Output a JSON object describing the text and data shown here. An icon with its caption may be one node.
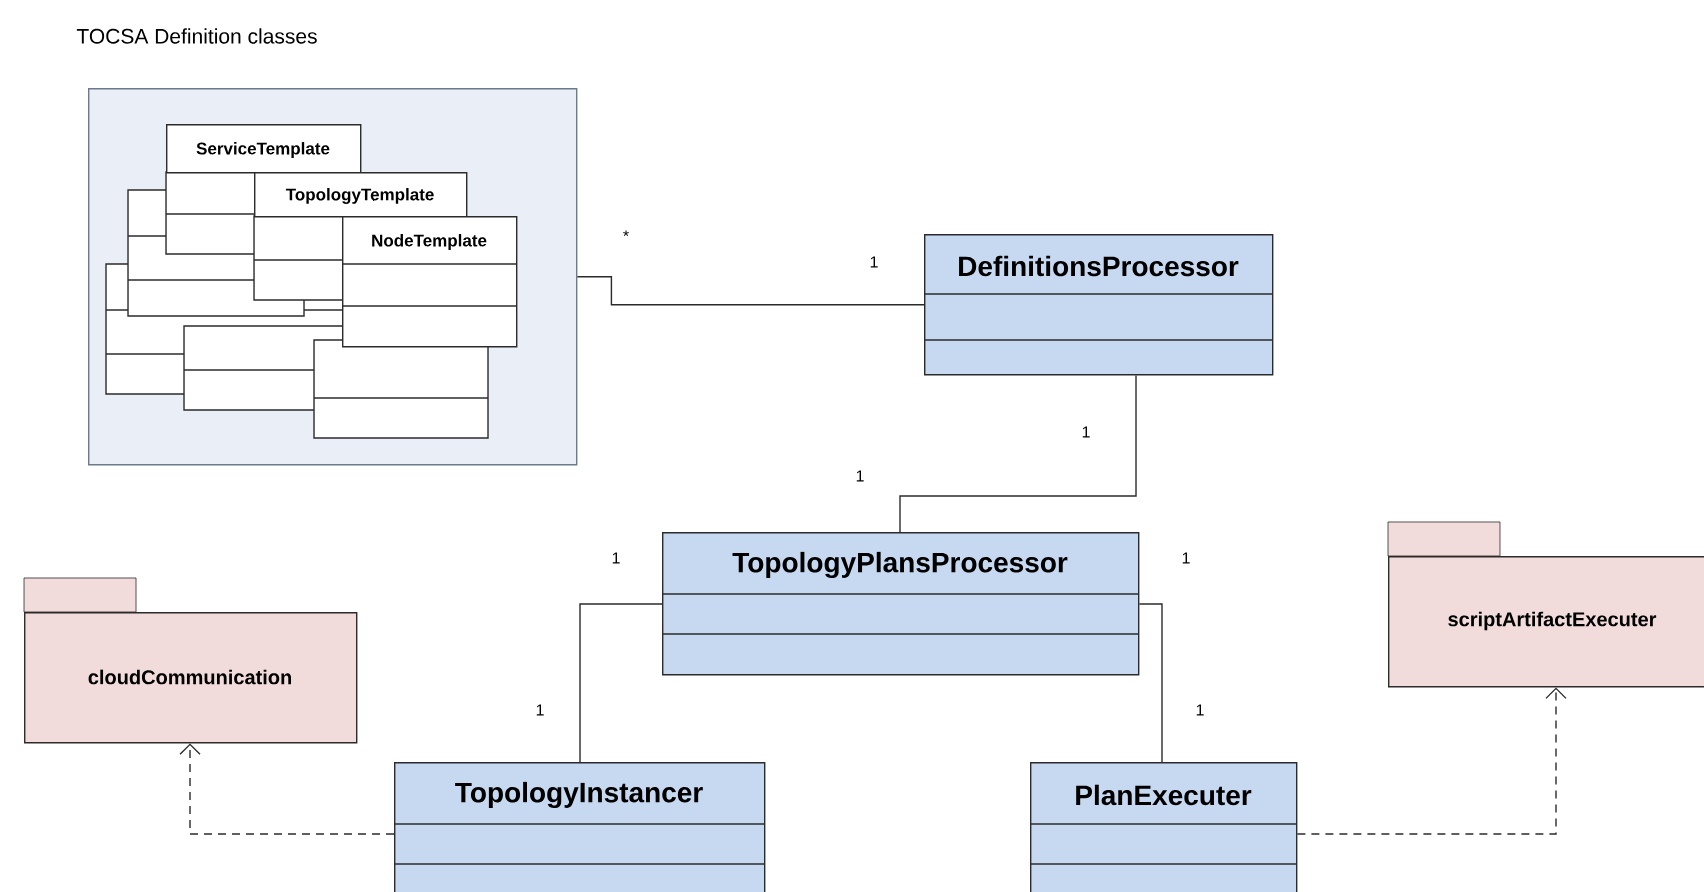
{
  "diagram": {
    "nodes": [
      {
        "text": [
          "TOCSA Definition classes"
        ]
      },
      {
        "text": [
          "ServiceTemplate"
        ],
        "in": 0
      },
      {
        "text": [
          "TopologyTemplate"
        ],
        "in": 0
      },
      {
        "text": [
          "NodeTemplate"
        ],
        "in": 0
      },
      {
        "text": [
          "DefinitionsProcessor"
        ]
      },
      {
        "text": [
          "TopologyPlansProcessor"
        ]
      },
      {
        "text": [
          "cloudCommunication"
        ]
      },
      {
        "text": [
          "scriptArtifactExecuter"
        ]
      },
      {
        "text": [
          "TopologyInstancer"
        ]
      },
      {
        "text": [
          "PlanExecuter"
        ]
      }
    ],
    "edges": [
      {
        "from": 0,
        "to": 4,
        "arrow": "none"
      },
      {
        "from": 4,
        "to": 5,
        "arrow": "none"
      },
      {
        "from": 5,
        "to": 8,
        "arrow": "none"
      },
      {
        "from": 5,
        "to": 9,
        "arrow": "none"
      },
      {
        "from": 8,
        "to": 6,
        "arrow": "to",
        "style": "dashed"
      },
      {
        "from": 9,
        "to": 7,
        "arrow": "to",
        "style": "dashed"
      }
    ],
    "labels": [
      "*",
      "1",
      "1",
      "1",
      "1",
      "1",
      "1",
      "1"
    ]
  }
}
